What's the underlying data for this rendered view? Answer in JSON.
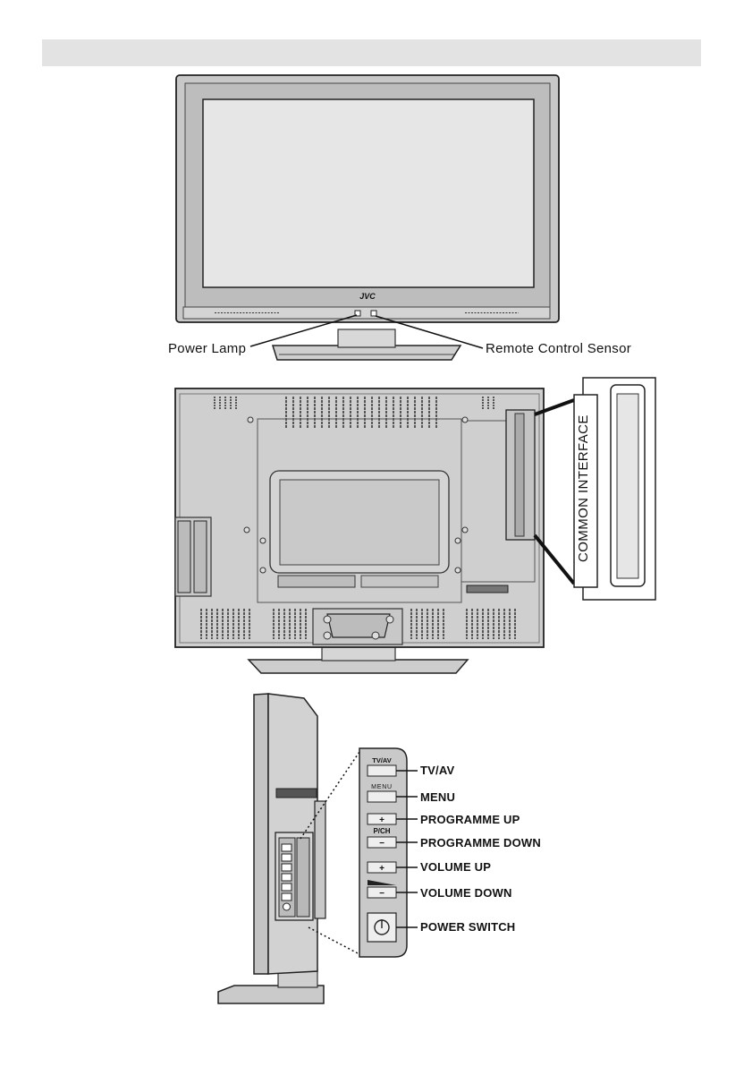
{
  "front_view": {
    "brand_logo": "JVC",
    "labels": {
      "power_lamp": "Power Lamp",
      "remote_sensor": "Remote Control Sensor"
    }
  },
  "rear_view": {
    "callout_label": "COMMON INTERFACE"
  },
  "side_view": {
    "panel_buttons": {
      "tvav": "TV/AV",
      "menu": "MENU",
      "plus": "+",
      "minus": "−",
      "pch": "P/CH"
    },
    "labels": {
      "tvav": "TV/AV",
      "menu": "MENU",
      "prog_up": "PROGRAMME UP",
      "prog_down": "PROGRAMME DOWN",
      "vol_up": "VOLUME UP",
      "vol_down": "VOLUME DOWN",
      "power": "POWER SWITCH"
    }
  }
}
